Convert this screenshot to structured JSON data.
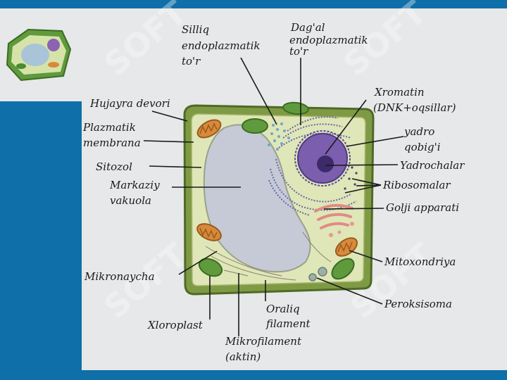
{
  "labels": {
    "silliq": [
      "Silliq",
      "endoplazmatik",
      "to'r"
    ],
    "dagal": [
      "Dag'al",
      "endoplazmatik",
      "to'r"
    ],
    "xromatin": [
      "Xromatin",
      "(DNK+oqsillar)"
    ],
    "hujayra_devori": [
      "Hujayra devori"
    ],
    "plazmatik": [
      "Plazmatik",
      "membrana"
    ],
    "yadro_qobigi": [
      "yadro",
      "qobig'i"
    ],
    "yadrochalar": [
      "Yadrochalar"
    ],
    "sitozol": [
      "Sitozol"
    ],
    "markaziy": [
      "Markaziy",
      "vakuola"
    ],
    "ribosomalar": [
      "Ribosomalar"
    ],
    "golji": [
      "Golji apparati"
    ],
    "mitoxondriya": [
      "Mitoxondriya"
    ],
    "mikronaycha": [
      "Mikronaycha"
    ],
    "peroksisoma": [
      "Peroksisoma"
    ],
    "oraliq": [
      "Oraliq",
      "filament"
    ],
    "xloroplast": [
      "Xloroplast"
    ],
    "mikrofilament": [
      "Mikrofilament",
      "(aktin)"
    ]
  },
  "watermark": "SOFT",
  "colors": {
    "frame_blue": "#0f6fa8",
    "panel_gray": "#e6e8e9",
    "cell_wall": "#6f8a3a",
    "cytoplasm": "#dfe6b8",
    "vacuole": "#c9cdd8",
    "nucleus": "#7b5fae",
    "nucleolus": "#3d2a6b",
    "chloroplast": "#5f9a3c",
    "mitochondria": "#d88a3a",
    "golgi": "#e69a93"
  }
}
